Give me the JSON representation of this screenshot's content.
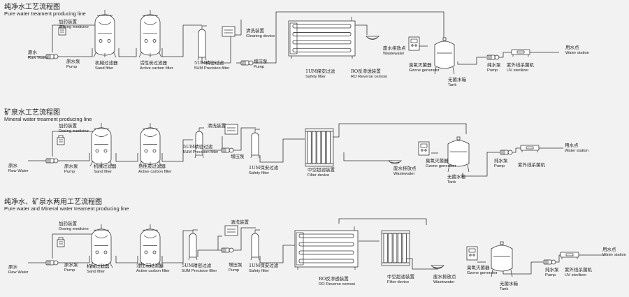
{
  "sections": [
    {
      "title_cn": "纯净水工艺流程图",
      "title_en": "Pure water treament producing line",
      "labels": [
        {
          "cn": "原水",
          "en": "Raw Water"
        },
        {
          "cn": "加药装置",
          "en": "Dosing medicine"
        },
        {
          "cn": "原水泵",
          "en": "Pump"
        },
        {
          "cn": "机械过滤器",
          "en": "Sand filter"
        },
        {
          "cn": "活性炭过滤器",
          "en": "Active carbon filter"
        },
        {
          "cn": "5UM精密过滤",
          "en": "5UM Precision filter"
        },
        {
          "cn": "清洗装置",
          "en": "Cleaning device"
        },
        {
          "cn": "增压泵",
          "en": "Pump"
        },
        {
          "cn": "1UM保安过滤",
          "en": "Safety filter"
        },
        {
          "cn": "RO反渗透装置",
          "en": "RO Reverse osmosi"
        },
        {
          "cn": "废水排放点",
          "en": "Wastewater"
        },
        {
          "cn": "臭氧灭菌器",
          "en": "Gzone generator"
        },
        {
          "cn": "无菌水箱",
          "en": "Tank"
        },
        {
          "cn": "纯水泵",
          "en": "Pump"
        },
        {
          "cn": "紫外线杀菌机",
          "en": "UV sterilizer"
        },
        {
          "cn": "用水点",
          "en": "Water station"
        }
      ]
    },
    {
      "title_cn": "矿泉水工艺流程图",
      "title_en": "Mineral water treament producing line",
      "labels": [
        {
          "cn": "原水",
          "en": "Raw Water"
        },
        {
          "cn": "加药装置",
          "en": "Dosing medicine"
        },
        {
          "cn": "原水泵",
          "en": "Pump"
        },
        {
          "cn": "机械过滤器",
          "en": "Sand filter"
        },
        {
          "cn": "活性炭过滤器",
          "en": "Active carbon filter"
        },
        {
          "cn": "5UM精密过滤",
          "en": "5UM Precision filter"
        },
        {
          "cn": "清洗装置",
          "en": ""
        },
        {
          "cn": "增压泵",
          "en": ""
        },
        {
          "cn": "1UM保安过滤",
          "en": "Safety filter"
        },
        {
          "cn": "中空超滤装置",
          "en": "Filter device"
        },
        {
          "cn": "废水排放点",
          "en": "Wastewater"
        },
        {
          "cn": "臭氧灭菌器",
          "en": "Gzone generator"
        },
        {
          "cn": "无菌水箱",
          "en": "Tank"
        },
        {
          "cn": "纯水泵",
          "en": "Pump"
        },
        {
          "cn": "紫外线杀菌机",
          "en": ""
        },
        {
          "cn": "用水点",
          "en": "Water station"
        }
      ]
    },
    {
      "title_cn": "纯净水、矿泉水两用工艺流程图",
      "title_en": "Pure water and Mineral water treament producing line",
      "labels": [
        {
          "cn": "原水",
          "en": "Raw Water"
        },
        {
          "cn": "加药装置",
          "en": "Dosing medicine"
        },
        {
          "cn": "原水泵",
          "en": "Pump"
        },
        {
          "cn": "机械过滤器",
          "en": "Sand filter"
        },
        {
          "cn": "活性炭过滤器",
          "en": "Active carbon filter"
        },
        {
          "cn": "5UM精密过滤",
          "en": "5UM Precision filter"
        },
        {
          "cn": "清洗装置",
          "en": ""
        },
        {
          "cn": "增压泵",
          "en": "Pump"
        },
        {
          "cn": "1UM保安过滤",
          "en": "Safety filter"
        },
        {
          "cn": "RO反渗透装置",
          "en": "RO Reverse osmosi"
        },
        {
          "cn": "中空超滤装置",
          "en": "Filter device"
        },
        {
          "cn": "废水排放点",
          "en": "Wastewater"
        },
        {
          "cn": "臭氧灭菌器",
          "en": "Gzone generator"
        },
        {
          "cn": "无菌水箱",
          "en": "Tank"
        },
        {
          "cn": "纯水泵",
          "en": "Pump"
        },
        {
          "cn": "紫外线杀菌机",
          "en": "UV sterilizer"
        },
        {
          "cn": "用水点",
          "en": "Water station"
        }
      ]
    }
  ]
}
